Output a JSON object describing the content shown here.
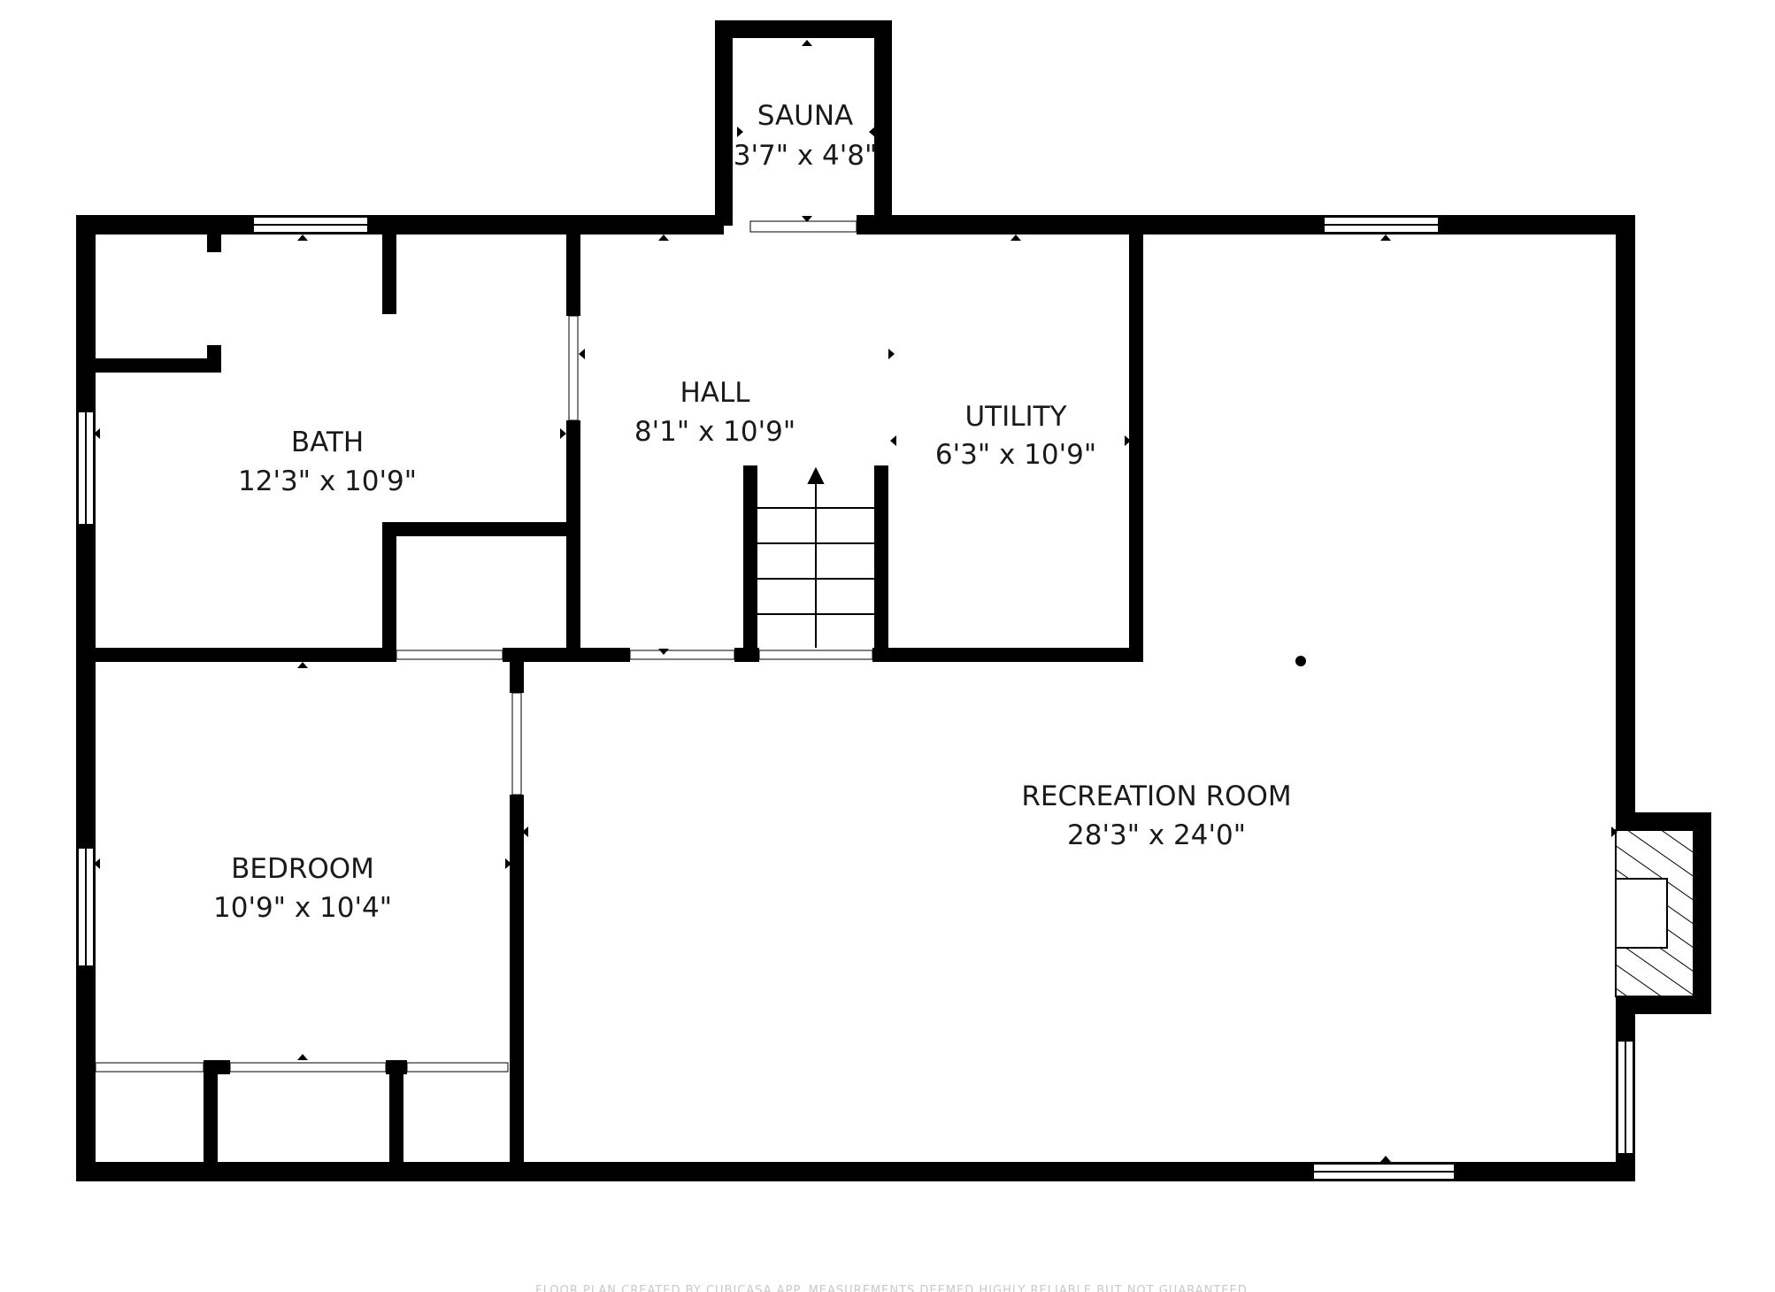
{
  "plan": {
    "wall_color": "#000000",
    "background_color": "#ffffff",
    "footer_note": "FLOOR PLAN CREATED BY CUBICASA APP. MEASUREMENTS DEEMED HIGHLY RELIABLE BUT NOT GUARANTEED."
  },
  "rooms": {
    "sauna": {
      "name": "SAUNA",
      "dims": "3'7\" x 4'8\""
    },
    "bath": {
      "name": "BATH",
      "dims": "12'3\" x 10'9\""
    },
    "hall": {
      "name": "HALL",
      "dims": "8'1\" x 10'9\""
    },
    "utility": {
      "name": "UTILITY",
      "dims": "6'3\" x 10'9\""
    },
    "recreation": {
      "name": "RECREATION ROOM",
      "dims": "28'3\" x 24'0\""
    },
    "bedroom": {
      "name": "BEDROOM",
      "dims": "10'9\" x 10'4\""
    }
  }
}
